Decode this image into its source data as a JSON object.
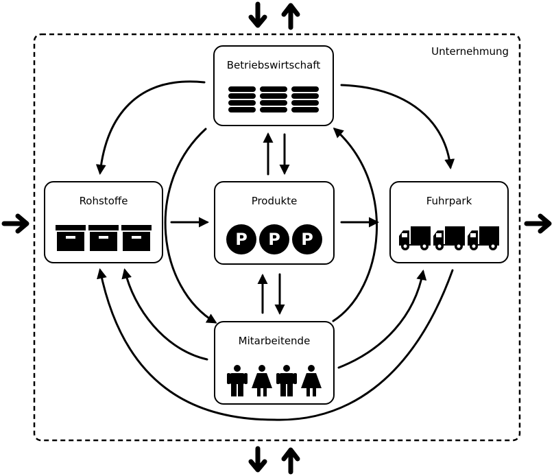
{
  "frame": {
    "label": "Unternehmung"
  },
  "nodes": {
    "betriebswirtschaft": {
      "title": "Betriebswirtschaft",
      "icon": "coin-stack-icon",
      "icon_count": 3
    },
    "rohstoffe": {
      "title": "Rohstoffe",
      "icon": "storage-box-icon",
      "icon_count": 3
    },
    "produkte": {
      "title": "Produkte",
      "icon": "p-coin-icon",
      "icon_count": 3,
      "icon_letter": "P"
    },
    "fuhrpark": {
      "title": "Fuhrpark",
      "icon": "delivery-truck-icon",
      "icon_count": 3
    },
    "mitarbeitende": {
      "title": "Mitarbeitende",
      "icon": "people-icon",
      "icon_sequence": [
        "man",
        "woman",
        "man",
        "woman"
      ]
    }
  },
  "colors": {
    "ink": "#000000",
    "background": "#ffffff"
  }
}
